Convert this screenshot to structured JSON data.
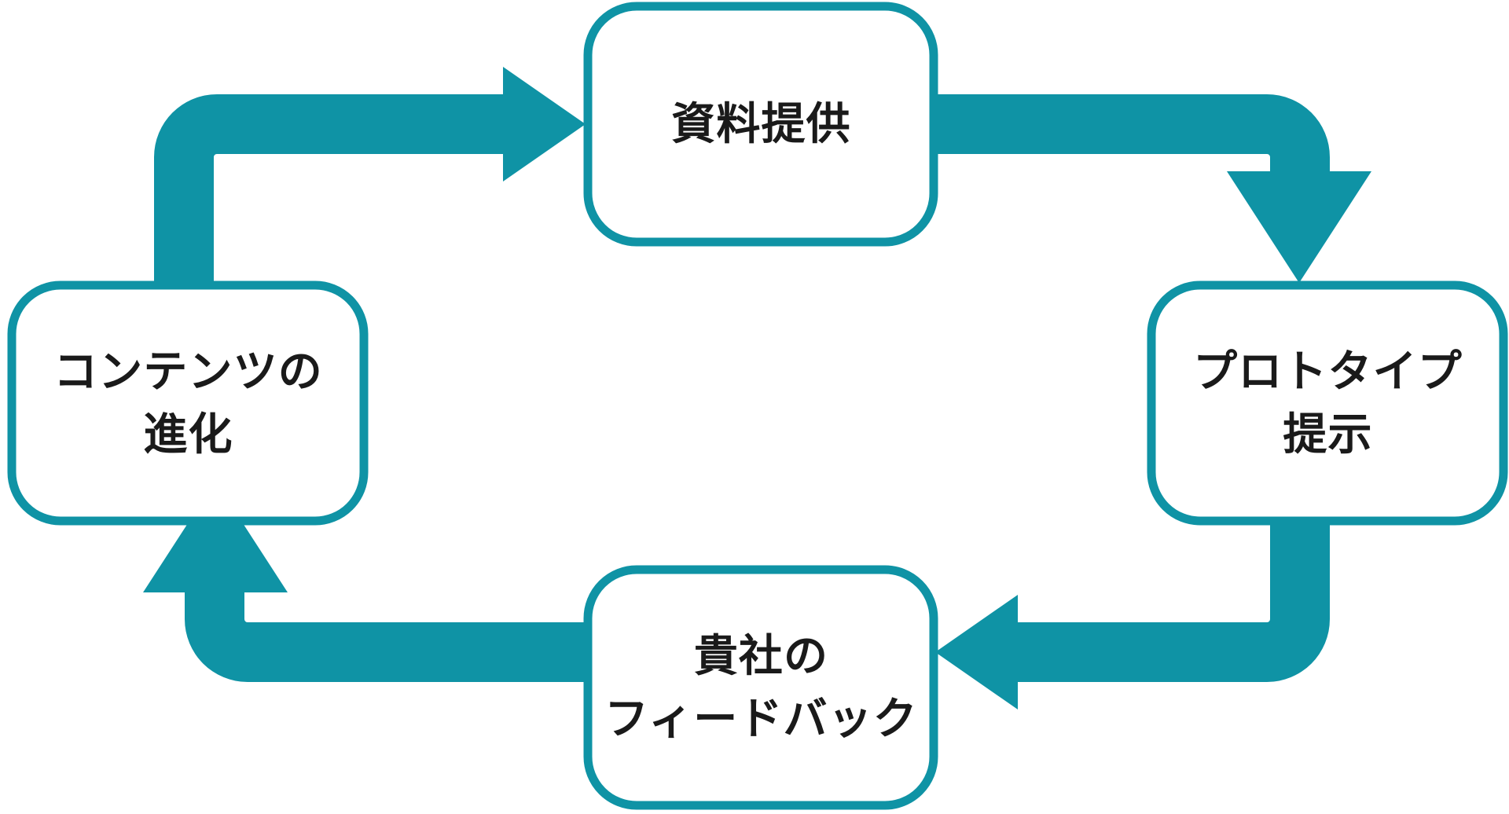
{
  "diagram": {
    "type": "cycle-flow",
    "direction": "clockwise",
    "background_color": "#ffffff",
    "accent_color": "#0f93a5",
    "box_fill_color": "#ffffff",
    "box_border_color": "#0f93a5",
    "text_color": "#1a1a1a",
    "nodes": [
      {
        "id": "supply",
        "position": "top",
        "label_lines": [
          "資料提供"
        ],
        "line1": "資料提供",
        "line2": ""
      },
      {
        "id": "prototype",
        "position": "right",
        "label_lines": [
          "プロトタイプ",
          "提示"
        ],
        "line1": "プロトタイプ",
        "line2": "提示"
      },
      {
        "id": "feedback",
        "position": "bottom",
        "label_lines": [
          "貴社の",
          "フィードバック"
        ],
        "line1": "貴社の",
        "line2": "フィードバック"
      },
      {
        "id": "content",
        "position": "left",
        "label_lines": [
          "コンテンツの",
          "進化"
        ],
        "line1": "コンテンツの",
        "line2": "進化"
      }
    ],
    "connectors": [
      {
        "id": "content-to-supply",
        "from": "content",
        "to": "supply",
        "arrow_direction": "right"
      },
      {
        "id": "supply-to-prototype",
        "from": "supply",
        "to": "prototype",
        "arrow_direction": "down"
      },
      {
        "id": "prototype-to-feedback",
        "from": "prototype",
        "to": "feedback",
        "arrow_direction": "left"
      },
      {
        "id": "feedback-to-content",
        "from": "feedback",
        "to": "content",
        "arrow_direction": "up"
      }
    ]
  }
}
